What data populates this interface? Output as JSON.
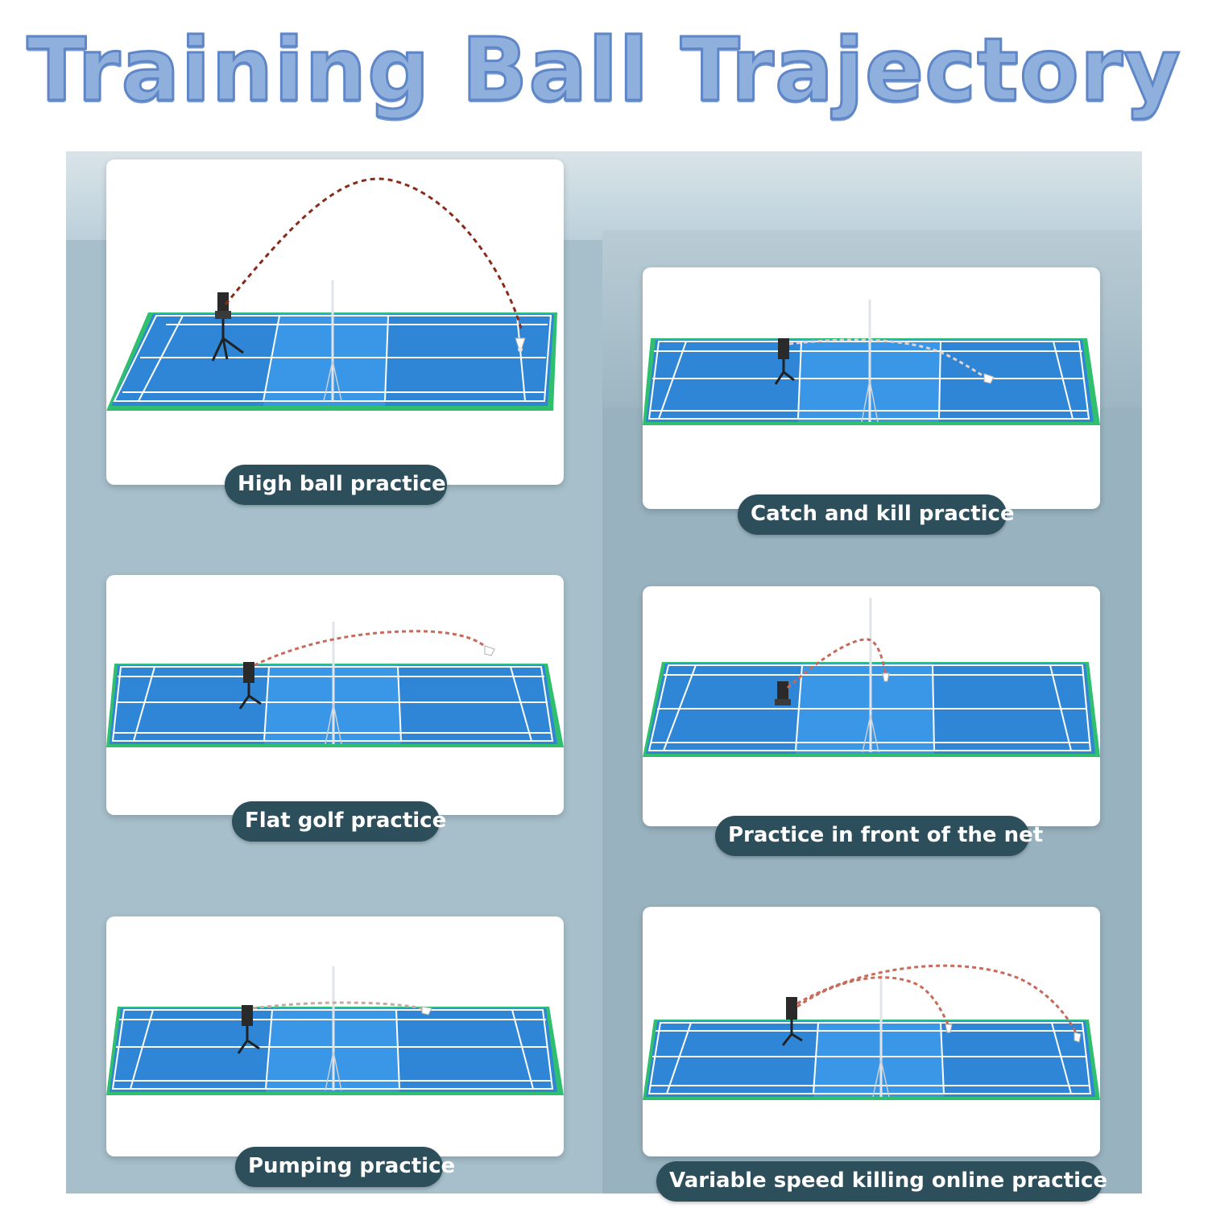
{
  "header": {
    "title": "Training Ball Trajectory"
  },
  "panels": [
    {
      "caption": "High ball practice"
    },
    {
      "caption": "Catch and kill practice"
    },
    {
      "caption": "Flat golf practice"
    },
    {
      "caption": "Practice in front of the net"
    },
    {
      "caption": "Pumping practice"
    },
    {
      "caption": "Variable speed killing online practice"
    }
  ],
  "colors": {
    "court": "#2f86d6",
    "court_border": "#41c06a",
    "court_line": "#ffffff",
    "trajectory_high": "#8a2a1a",
    "trajectory": "#c86a5a",
    "caption_bg": "#2d4f5c",
    "title_fill": "#8fb0dd",
    "title_stroke": "#5f86c6"
  },
  "icons": [
    "ball-machine-icon",
    "net-pole-icon",
    "shuttlecock-icon",
    "trajectory-arc"
  ]
}
